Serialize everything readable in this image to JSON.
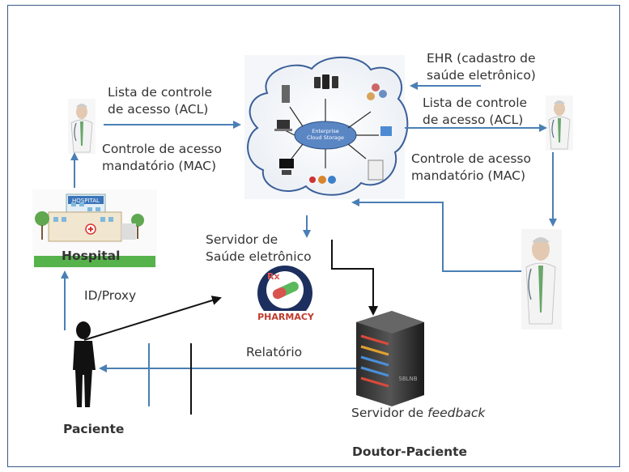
{
  "labels": {
    "ehr": "EHR (cadastro de",
    "ehr2": "saúde eletrônico)",
    "acl_left_1": "Lista de controle",
    "acl_left_2": "de acesso (ACL)",
    "acl_right_1": "Lista de controle",
    "acl_right_2": "de acesso  (ACL)",
    "mac_left_1": "Controle de acesso",
    "mac_left_2": "mandatório  (MAC)",
    "mac_right_1": "Controle de acesso",
    "mac_right_2": "mandatório (MAC)",
    "servidor_1": "Servidor de",
    "servidor_2": "Saúde eletrônico",
    "hospital": "Hospital",
    "id_proxy": "ID/Proxy",
    "relatorio": "Relatório",
    "feedback_prefix": "Servidor de ",
    "feedback_italic": "feedback",
    "paciente": "Paciente",
    "doutor_paciente": "Doutor-Paciente"
  },
  "images": {
    "cloud_title": "Enterprise",
    "cloud_subtitle": "Cloud Storage",
    "hospital_sign": "HOSPITAL",
    "pharmacy": "PHARMACY",
    "rx": "Rx",
    "server_mark": "SBLNB"
  },
  "colors": {
    "arrow": "#4a7fb5",
    "frame": "#3a5a8a",
    "black_arrow": "#111111"
  }
}
